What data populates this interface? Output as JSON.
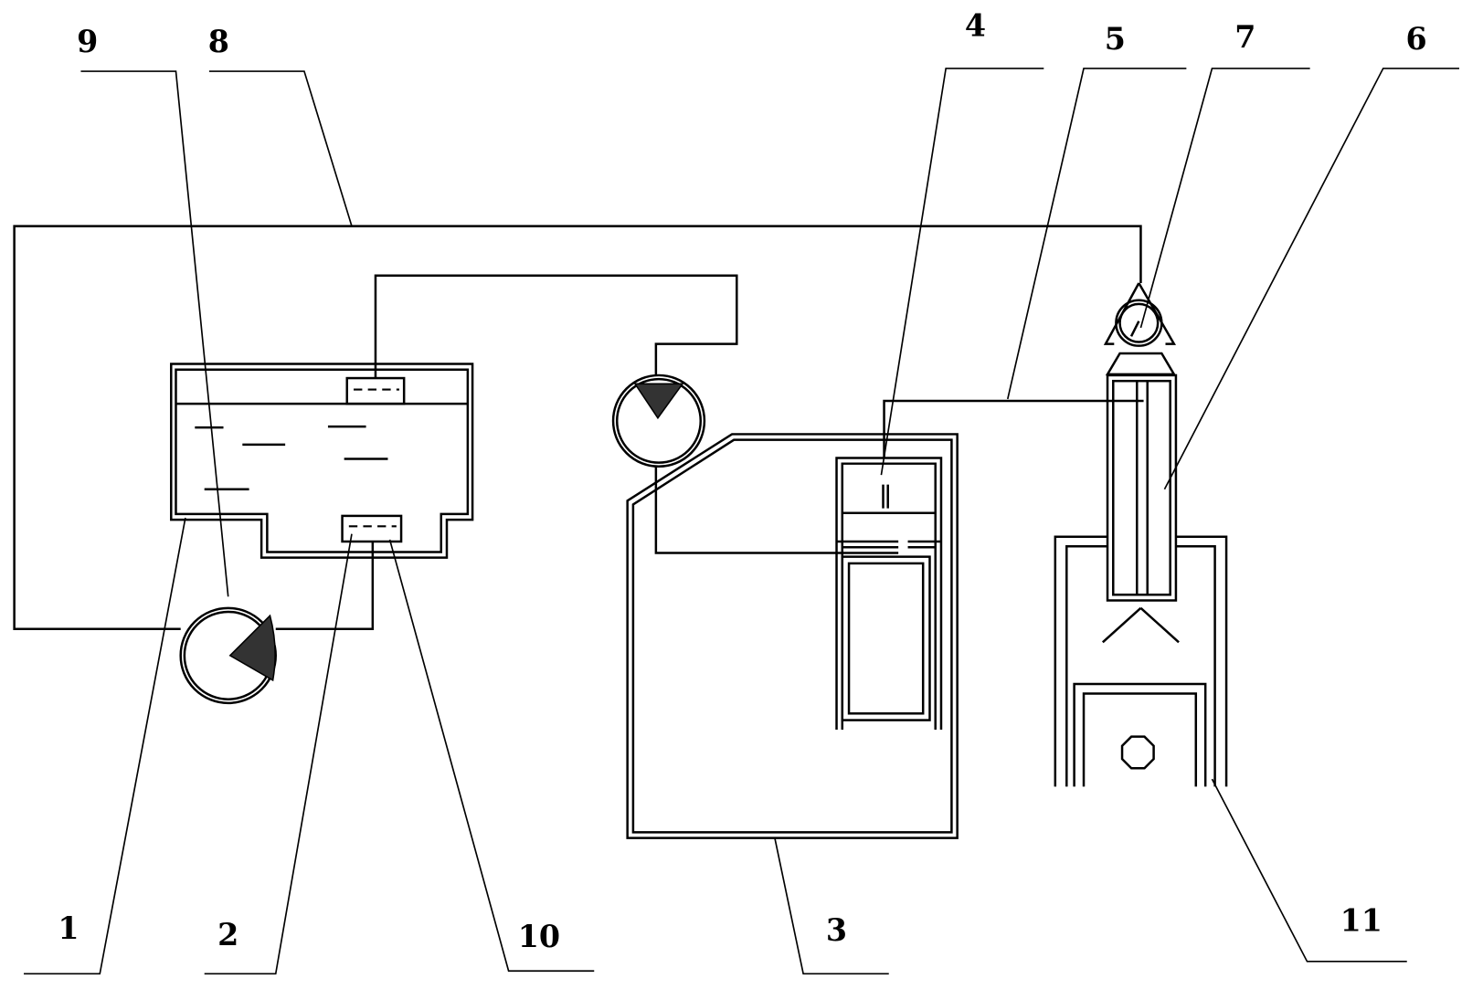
{
  "callouts": {
    "n1": "1",
    "n2": "2",
    "n3": "3",
    "n4": "4",
    "n5": "5",
    "n6": "6",
    "n7": "7",
    "n8": "8",
    "n9": "9",
    "n10": "10",
    "n11": "11"
  },
  "colors": {
    "line": "#000000",
    "background": "#ffffff",
    "fill": "#333333"
  }
}
